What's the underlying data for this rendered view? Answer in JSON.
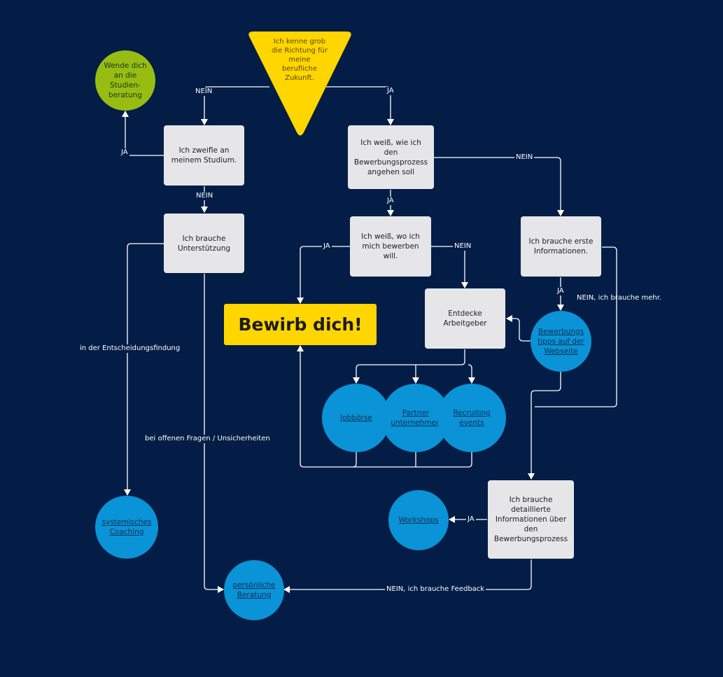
{
  "nodes": {
    "start": "Ich kenne grob\ndie Richtung für\nmeine\nberufliche\nZukunft.",
    "studienberatung": "Wende dich\nan die\nStudien-\nberatung",
    "zweifle": "Ich zweifle an\nmeinem Studium.",
    "unterstuetzung": "Ich brauche\nUnterstützung",
    "bewerbungsprozess": "Ich weiß, wie ich den\nBewerbungsprozess\nangehen soll",
    "wo_bewerben": "Ich weiß, wo ich\nmich bewerben\nwill.",
    "erste_info": "Ich brauche erste\nInformationen.",
    "bewirb": "Bewirb dich!",
    "arbeitgeber": "Entdecke\nArbeitgeber",
    "bewerbungstipps": "Bewerbungs\ntipps auf der\nWebseite",
    "jobboerse": "Jobbörse",
    "partner": "Partner\nunternehmen",
    "recruiting": "Recruiting\nevents",
    "detaillierte": "Ich brauche\ndetaillierte\nInformationen über\nden\nBewerbungsprozess",
    "workshops": "Workshops",
    "coaching": "systemisches\nCoaching",
    "beratung": "persönliche\nBeratung"
  },
  "edge_labels": {
    "start_nein": "NEIN",
    "start_ja": "JA",
    "zweifle_ja": "JA",
    "zweifle_nein": "NEIN",
    "prozess_nein": "NEIN",
    "prozess_ja": "JA",
    "wo_ja": "JA",
    "wo_nein": "NEIN",
    "erste_ja": "JA",
    "erste_nein": "NEIN, ich brauche mehr.",
    "entscheidung": "in der Entscheidungsfindung",
    "fragen": "bei offenen Fragen / Unsicherheiten",
    "detail_ja": "JA",
    "detail_nein": "NEIN, ich brauche Feedback"
  },
  "colors": {
    "background": "#031d46",
    "box": "#e6e6e8",
    "circle": "#0a93d6",
    "green": "#98bd12",
    "yellow": "#ffd600",
    "line": "#ffffff"
  }
}
